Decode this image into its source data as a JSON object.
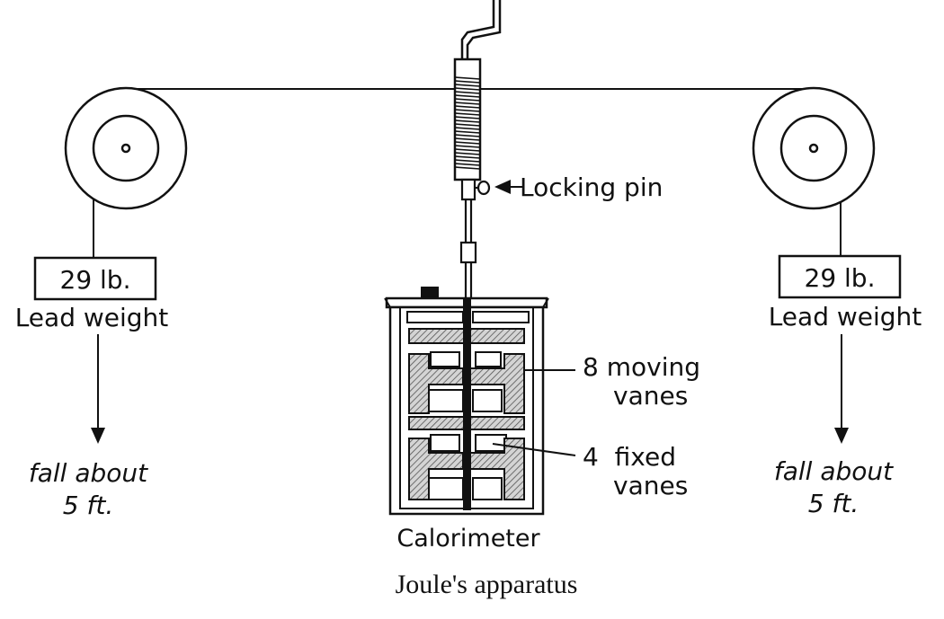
{
  "labels": {
    "locking_pin": "Locking pin",
    "weight_left_value": "29 lb.",
    "weight_left_caption": "Lead weight",
    "fall_left_line1": "fall about",
    "fall_left_line2": "5 ft.",
    "weight_right_value": "29 lb.",
    "weight_right_caption": "Lead weight",
    "fall_right_line1": "fall about",
    "fall_right_line2": "5 ft.",
    "moving_vanes_line1": "8 moving",
    "moving_vanes_line2": "vanes",
    "fixed_vanes_line1": "4  fixed",
    "fixed_vanes_line2": "vanes",
    "calorimeter": "Calorimeter",
    "caption": "Joule's apparatus"
  }
}
